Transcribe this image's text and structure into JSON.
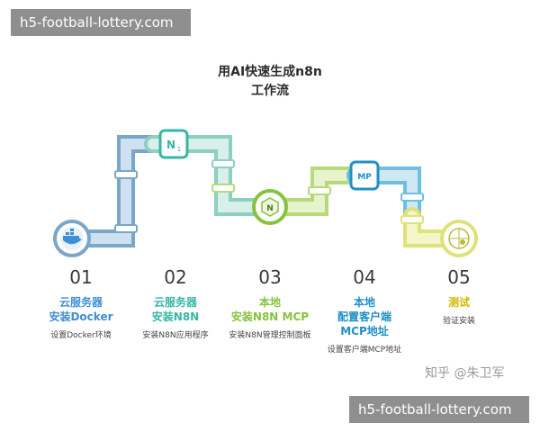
{
  "watermark": {
    "top": "h5-football-lottery.com",
    "bottom": "h5-football-lottery.com"
  },
  "title": {
    "line1": "用AI快速生成n8n",
    "line2": "工作流"
  },
  "steps": [
    {
      "number": "01",
      "name_lines": [
        "云服务器",
        "安装Docker"
      ],
      "description": "设置Docker环境",
      "color": "#3f8fd4",
      "icon": "docker-whale-icon"
    },
    {
      "number": "02",
      "name_lines": [
        "云服务器",
        "安装N8N"
      ],
      "description": "安装N8N应用程序",
      "color": "#37b6a6",
      "icon": "n8n-logo-icon"
    },
    {
      "number": "03",
      "name_lines": [
        "本地",
        "安装N8N MCP"
      ],
      "description": "安装N8N管理控制面板",
      "color": "#86c23e",
      "icon": "n8n-hexagon-icon"
    },
    {
      "number": "04",
      "name_lines": [
        "本地",
        "配置客户端",
        "MCP地址"
      ],
      "description": "设置客户端MCP地址",
      "color": "#1f8fc9",
      "icon": "mcp-logo-icon"
    },
    {
      "number": "05",
      "name_lines": [
        "测试"
      ],
      "description": "验证安装",
      "color": "#d6d84a",
      "icon": "globe-test-icon"
    }
  ],
  "icon_labels": {
    "n8n_badge": "N",
    "n8n_badge_sub": "1",
    "mcp_badge": "MP"
  },
  "credit": "知乎 @朱卫军",
  "pipe_colors": {
    "blue_dark": "#7aa6c9",
    "blue_light": "#cfe1f0",
    "teal": "#bfe3dc",
    "green": "#d8ecb2",
    "cyan": "#9fd3e8",
    "yellow": "#f0f2a8"
  }
}
